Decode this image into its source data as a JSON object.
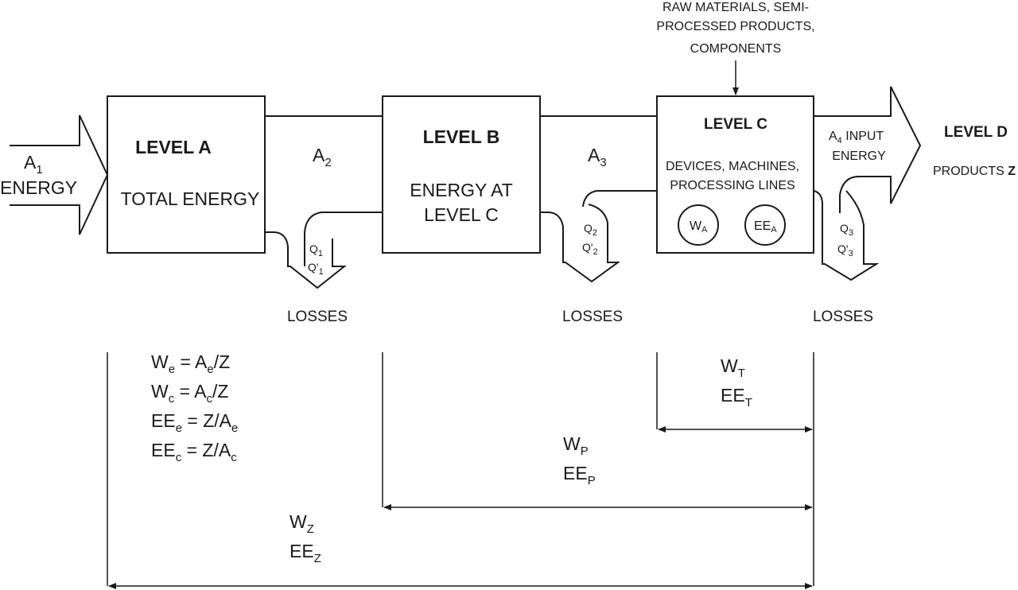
{
  "inputs": {
    "a1_main": "A",
    "a1_sub": "1",
    "energy": "ENERGY"
  },
  "level_a": {
    "title": "LEVEL A",
    "subtitle": "TOTAL ENERGY"
  },
  "level_b": {
    "title": "LEVEL B",
    "subtitle_line1": "ENERGY AT",
    "subtitle_line2": "LEVEL C"
  },
  "level_c": {
    "title": "LEVEL C",
    "line1": "DEVICES, MACHINES,",
    "line2": "PROCESSING LINES",
    "circle1_main": "W",
    "circle1_sub": "A",
    "circle2_main": "EE",
    "circle2_sub": "A"
  },
  "level_d": {
    "title": "LEVEL D",
    "products": "PRODUCTS ",
    "products_bold": "Z"
  },
  "raw_materials": {
    "line1": "RAW MATERIALS, SEMI-",
    "line2": "PROCESSED PRODUCTS,",
    "line3": "COMPONENTS"
  },
  "flows": {
    "a2_main": "A",
    "a2_sub": "2",
    "a3_main": "A",
    "a3_sub": "3",
    "a4_main": "A",
    "a4_sub": "4",
    "a4_rest": " INPUT",
    "a4_line2": "ENERGY"
  },
  "losses": {
    "label": "LOSSES",
    "q_main": "Q",
    "qp_main": "Q'",
    "sub1": "1",
    "sub2": "2",
    "sub3": "3"
  },
  "formulas": {
    "f1_a": "W",
    "f1_a_sub": "e",
    "f1_b": " = A",
    "f1_b_sub": "e",
    "f1_c": "/Z",
    "f2_a": "W",
    "f2_a_sub": "c",
    "f2_b": " = A",
    "f2_b_sub": "c",
    "f2_c": "/Z",
    "f3_a": "EE",
    "f3_a_sub": "e",
    "f3_b": " = Z/A",
    "f3_b_sub": "e",
    "f4_a": "EE",
    "f4_a_sub": "c",
    "f4_b": " = Z/A",
    "f4_b_sub": "c"
  },
  "ranges": {
    "t_w": "W",
    "t_ee": "EE",
    "t_sub": "T",
    "p_w": "W",
    "p_ee": "EE",
    "p_sub": "P",
    "z_w": "W",
    "z_ee": "EE",
    "z_sub": "Z"
  }
}
